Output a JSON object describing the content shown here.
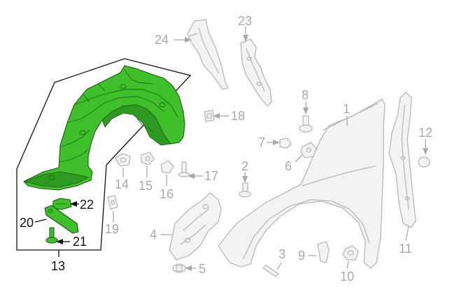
{
  "callouts": {
    "c1": "1",
    "c2": "2",
    "c3": "3",
    "c4": "4",
    "c5": "5",
    "c6": "6",
    "c7": "7",
    "c8": "8",
    "c9": "9",
    "c10": "10",
    "c11": "11",
    "c12": "12",
    "c13": "13",
    "c14": "14",
    "c15": "15",
    "c16": "16",
    "c17": "17",
    "c18": "18",
    "c19": "19",
    "c20": "20",
    "c21": "21",
    "c22": "22",
    "c23": "23",
    "c24": "24"
  },
  "colors": {
    "highlight": "#3fbf2a",
    "highlight_outline": "#1d5d12",
    "line_grey": "#b8b8b8",
    "label_grey": "#a9a9a9",
    "label_black": "#111111"
  }
}
